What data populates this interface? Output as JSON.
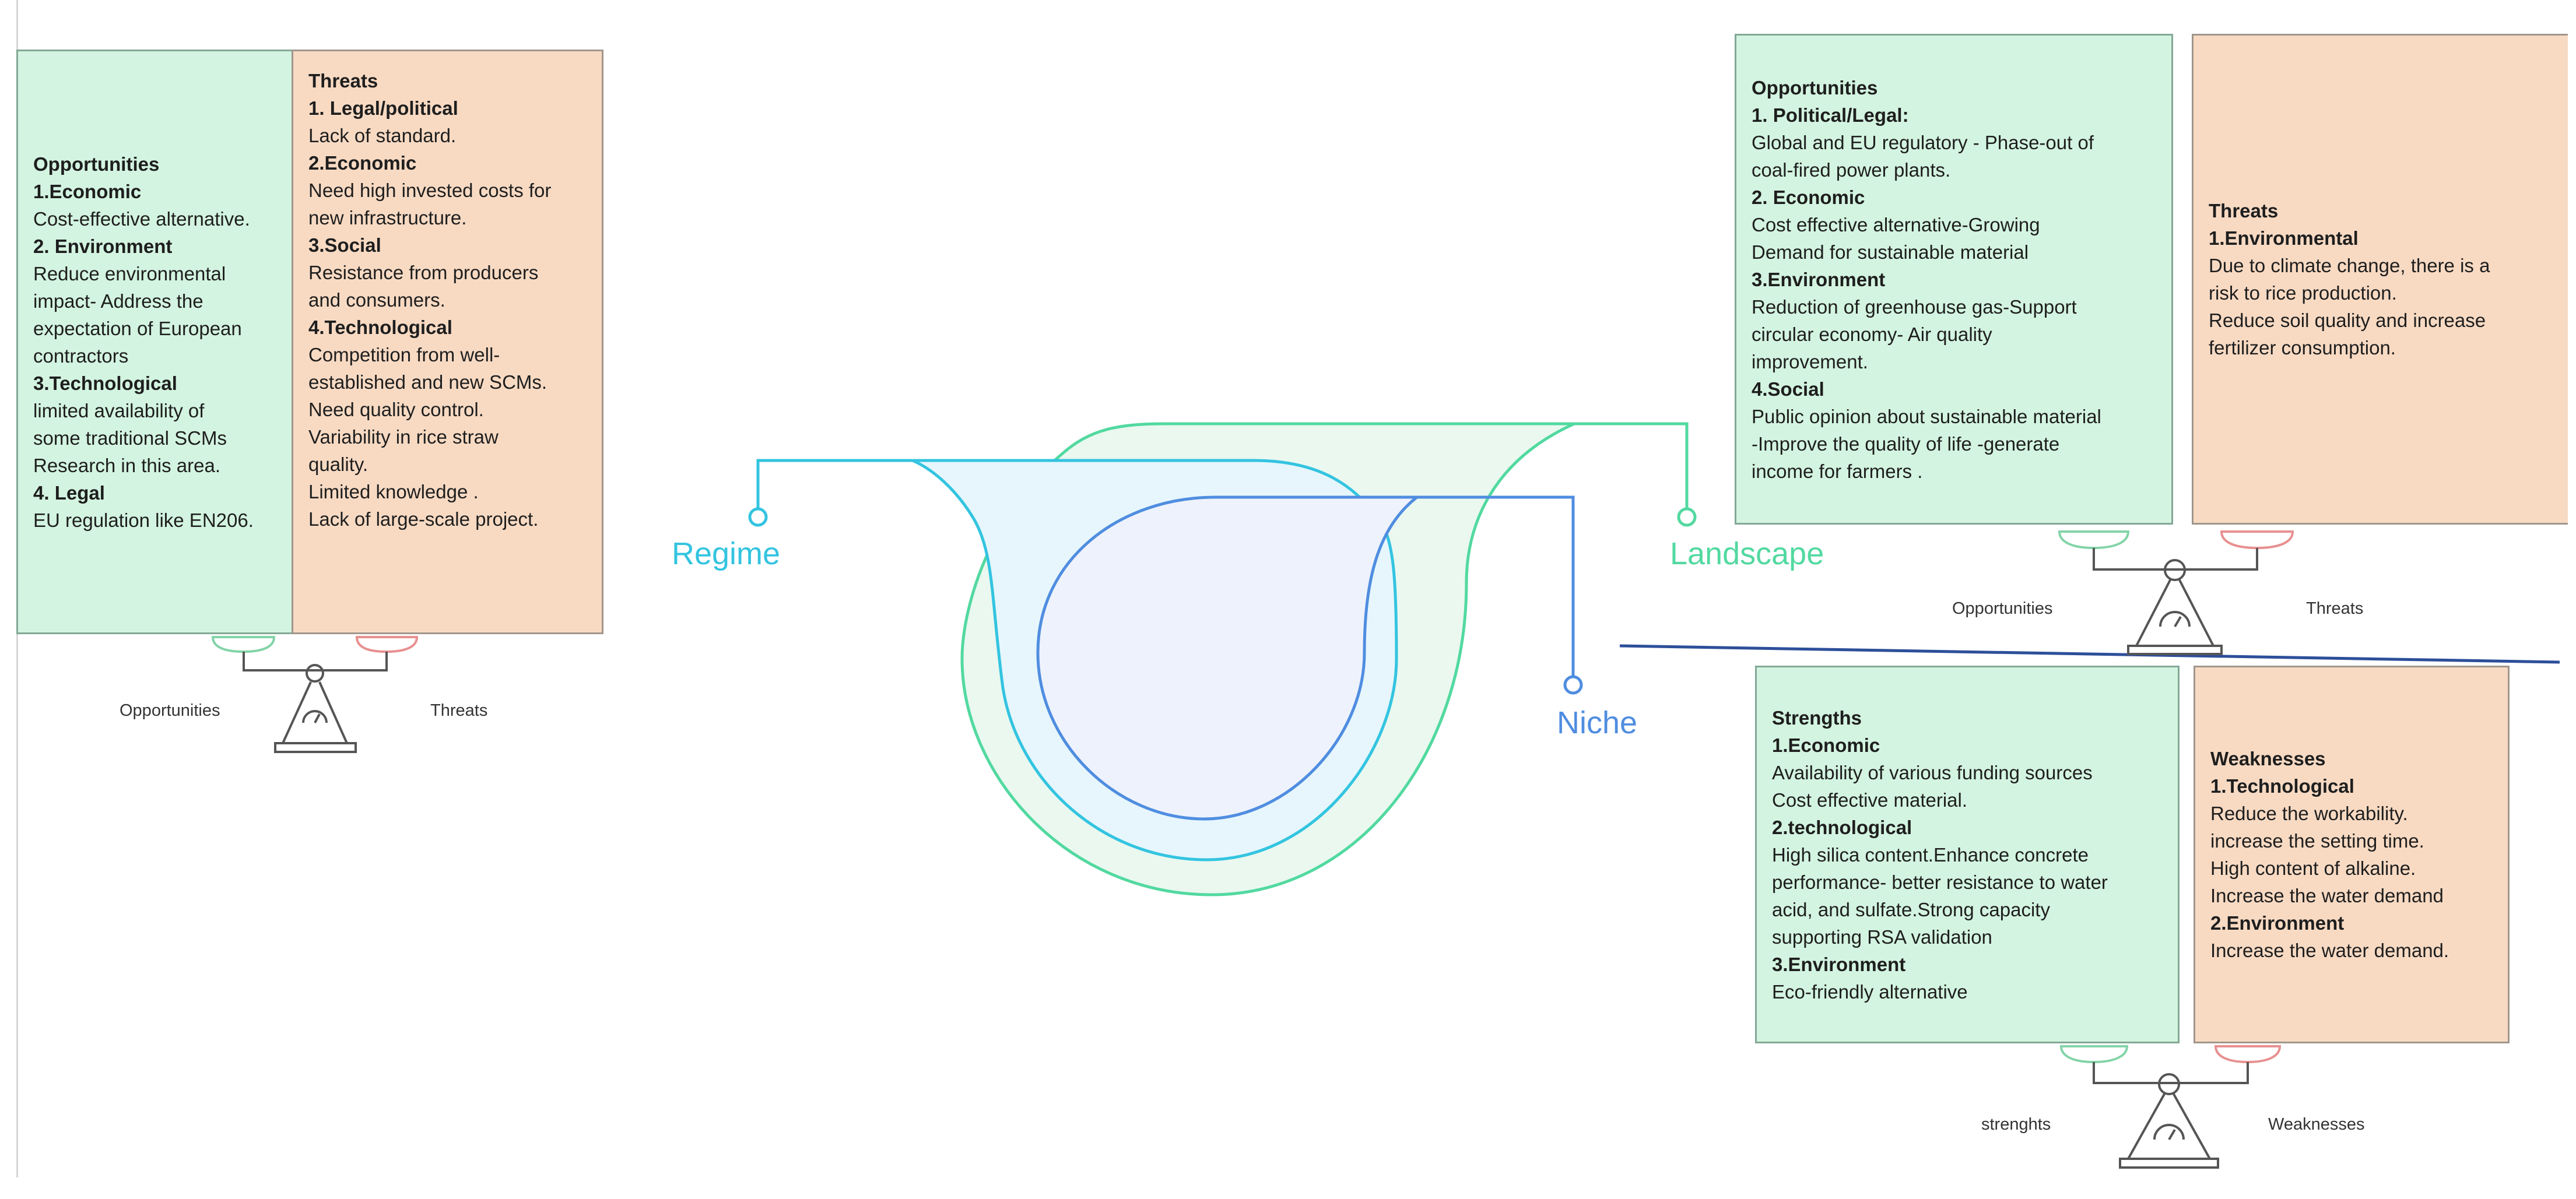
{
  "left_pest": {
    "opportunities": {
      "title": "Opportunities",
      "sections": [
        {
          "heading": "1.Economic",
          "lines": [
            "Cost-effective alternative."
          ]
        },
        {
          "heading": "2. Environment",
          "lines": [
            "Reduce environmental",
            "impact- Address the",
            "expectation of European",
            "contractors"
          ]
        },
        {
          "heading": "3.Technological",
          "lines": [
            "limited availability of",
            "some traditional SCMs",
            "Research in this area."
          ]
        },
        {
          "heading": "4. Legal",
          "lines": [
            "EU regulation like EN206."
          ]
        }
      ]
    },
    "threats": {
      "title": "Threats",
      "sections": [
        {
          "heading": "1. Legal/political",
          "lines": [
            "Lack of standard."
          ]
        },
        {
          "heading": "2.Economic",
          "lines": [
            "Need high invested costs for",
            "new infrastructure."
          ]
        },
        {
          "heading": "3.Social",
          "lines": [
            "Resistance from producers",
            "and consumers."
          ]
        },
        {
          "heading": "4.Technological",
          "lines": [
            "Competition from well-",
            "established and new SCMs.",
            "Need quality control.",
            "Variability in rice straw",
            "quality.",
            "Limited knowledge .",
            "Lack of large-scale project."
          ]
        }
      ]
    },
    "scale": {
      "left_label": "Opportunities",
      "right_label": "Threats"
    }
  },
  "center_diagram": {
    "labels": {
      "regime": "Regime",
      "landscape": "Landscape",
      "niche": "Niche"
    },
    "colors": {
      "regime": "#33c4e0",
      "landscape": "#52d9a0",
      "niche": "#4f8de0"
    }
  },
  "right_top": {
    "opportunities": {
      "title": "Opportunities",
      "sections": [
        {
          "heading": "1. Political/Legal:",
          "lines": [
            "Global and EU regulatory - Phase-out of",
            "coal-fired power plants."
          ]
        },
        {
          "heading": "2. Economic",
          "lines": [
            "Cost effective alternative-Growing",
            "Demand for sustainable material"
          ]
        },
        {
          "heading": "3.Environment",
          "lines": [
            "Reduction of greenhouse gas-Support",
            "circular economy- Air quality",
            "improvement."
          ]
        },
        {
          "heading": "4.Social",
          "lines": [
            "Public opinion about sustainable material",
            "-Improve the quality of life -generate",
            "income for farmers ."
          ]
        }
      ]
    },
    "threats": {
      "title": "Threats",
      "sections": [
        {
          "heading": "1.Environmental",
          "lines": [
            "Due to climate change, there is a",
            "risk to rice production.",
            "Reduce soil quality and increase",
            "fertilizer consumption."
          ]
        }
      ]
    },
    "scale": {
      "left_label": "Opportunities",
      "right_label": "Threats"
    }
  },
  "right_bottom": {
    "strengths": {
      "title": "Strengths",
      "sections": [
        {
          "heading": "1.Economic",
          "lines": [
            "Availability of various funding sources",
            "Cost effective material."
          ]
        },
        {
          "heading": "2.technological",
          "lines": [
            "High silica content.Enhance concrete",
            "performance- better resistance to water",
            "acid, and sulfate.Strong capacity",
            "supporting RSA validation"
          ]
        },
        {
          "heading": "3.Environment",
          "lines": [
            "Eco-friendly alternative"
          ]
        }
      ]
    },
    "weaknesses": {
      "title": "Weaknesses",
      "sections": [
        {
          "heading": "1.Technological",
          "lines": [
            "Reduce the workability.",
            "increase the setting time.",
            "High content of alkaline.",
            "Increase the water demand"
          ]
        },
        {
          "heading": "2.Environment",
          "lines": [
            "Increase the water demand."
          ]
        }
      ]
    },
    "scale": {
      "left_label": "strenghts",
      "right_label": "Weaknesses"
    }
  },
  "colors": {
    "opportunity_fill": "#d3f4e0",
    "threat_fill": "#f8dac3",
    "divider_line": "#2d4f9a",
    "scale_stroke": "#555555"
  }
}
